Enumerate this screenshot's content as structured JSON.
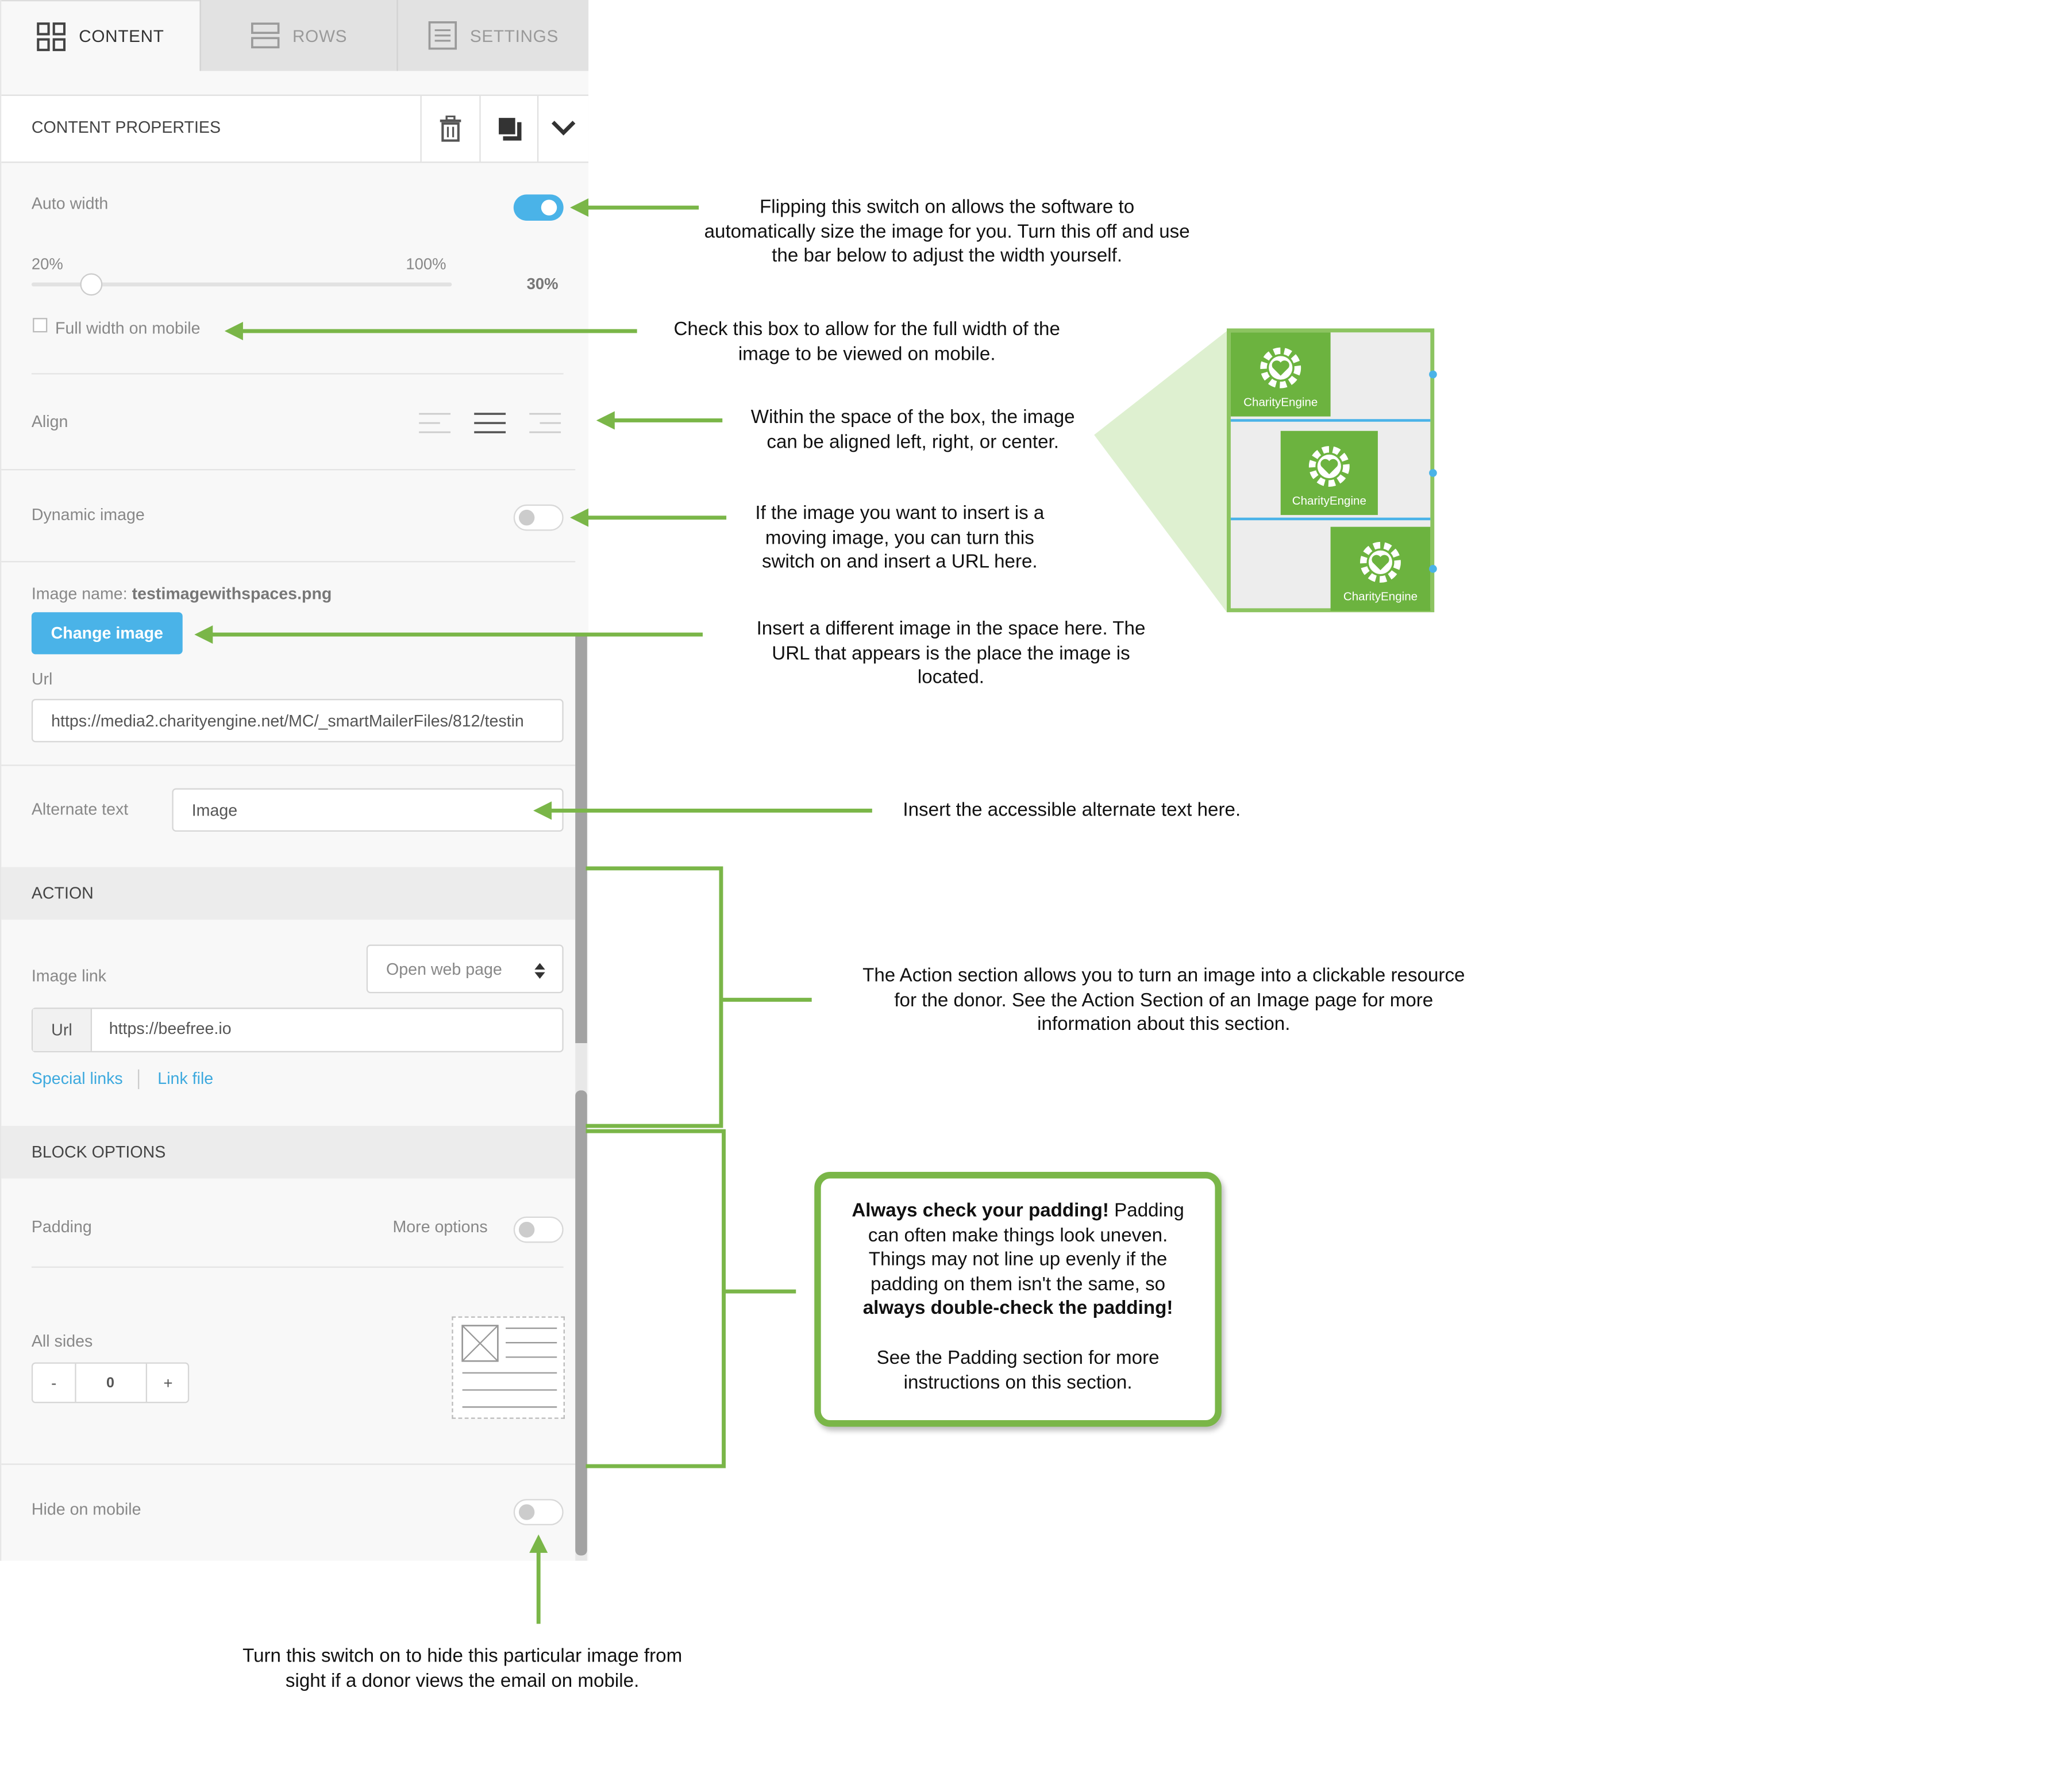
{
  "tabs": [
    {
      "label": "CONTENT",
      "icon": "grid-icon",
      "active": true
    },
    {
      "label": "ROWS",
      "icon": "rows-icon",
      "active": false
    },
    {
      "label": "SETTINGS",
      "icon": "settings-list-icon",
      "active": false
    }
  ],
  "content_properties": {
    "title": "CONTENT PROPERTIES",
    "icons": [
      "trash-icon",
      "duplicate-icon",
      "chevron-down-icon"
    ]
  },
  "auto_width": {
    "label": "Auto width",
    "on": true
  },
  "slider": {
    "min_label": "20%",
    "max_label": "100%",
    "value_label": "30%",
    "value_percent": 30
  },
  "full_width_mobile": {
    "label": "Full width on mobile",
    "checked": false
  },
  "align": {
    "label": "Align",
    "options": [
      "align-left-icon",
      "align-center-icon",
      "align-right-icon"
    ],
    "selected": "center"
  },
  "dynamic_image": {
    "label": "Dynamic image",
    "on": false
  },
  "image": {
    "name_label": "Image name:",
    "name_value": "testimagewithspaces.png",
    "change_button": "Change image",
    "url_label": "Url",
    "url_value": "https://media2.charityengine.net/MC/_smartMailerFiles/812/testin"
  },
  "alt_text": {
    "label": "Alternate text",
    "value": "Image"
  },
  "action": {
    "section_title": "ACTION",
    "image_link_label": "Image link",
    "image_link_select": "Open web page",
    "url_prefix": "Url",
    "url_value": "https://beefree.io",
    "special_links": "Special links",
    "link_file": "Link file"
  },
  "block_options": {
    "section_title": "BLOCK OPTIONS",
    "padding_label": "Padding",
    "more_options_label": "More options",
    "more_options_on": false,
    "all_sides_label": "All sides",
    "minus": "-",
    "value": "0",
    "plus": "+"
  },
  "hide_mobile": {
    "label": "Hide on mobile",
    "on": false
  },
  "annotations": {
    "auto_width": "Flipping this switch on allows the software to automatically size the image for you. Turn this off and use the bar below to adjust the width yourself.",
    "full_width": "Check this box to allow for the full width of the image to be viewed on mobile.",
    "align": "Within the space of the box, the image can be aligned left, right, or center.",
    "dynamic": "If the image you want to insert is a moving image, you can turn this switch on and insert a URL here.",
    "change_image": "Insert a different image in the space here. The URL that appears is the place the image is located.",
    "alt_text": "Insert the accessible alternate text here.",
    "action": "The Action section allows you to turn an image into a clickable resource for the donor. See the Action Section of an Image page for more information about this section.",
    "padding_bold1": "Always check your padding!",
    "padding_text1": " Padding can often make things look uneven. Things may not line up evenly if the padding on them isn't the same, so ",
    "padding_bold2": "always double-check the padding!",
    "padding_text2": "See the Padding section for more instructions on this section.",
    "hide_mobile": "Turn this switch on to hide this particular image from sight if a donor views the email on mobile."
  },
  "example_logo_text": [
    "CharityEngine",
    "CharityEngine",
    "CharityEngine"
  ],
  "colors": {
    "accent_blue": "#4ab3e8",
    "annotation_green": "#7ab648",
    "logo_green": "#6cb33f"
  }
}
